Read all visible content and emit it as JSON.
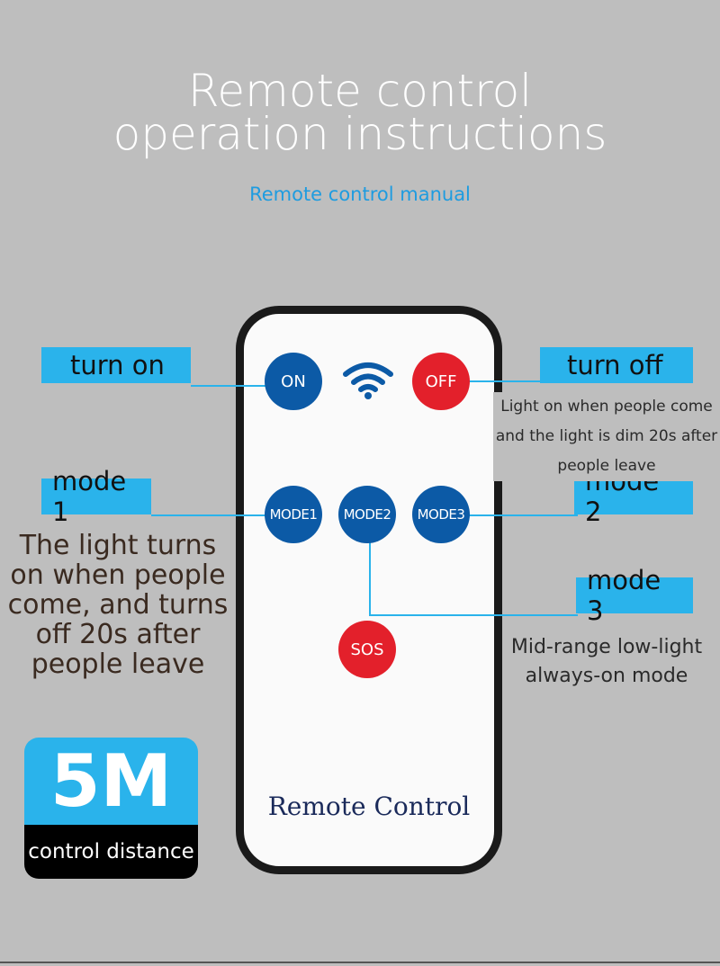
{
  "header": {
    "title_line1": "Remote control",
    "title_line2": "operation instructions",
    "subtitle": "Remote control manual"
  },
  "remote": {
    "buttons": {
      "on": "ON",
      "off": "OFF",
      "mode1": "MODE1",
      "mode2": "MODE2",
      "mode3": "MODE3",
      "sos": "SOS"
    },
    "label": "Remote Control"
  },
  "annotations": {
    "turn_on": "turn on",
    "turn_off": "turn off",
    "mode1": "mode 1",
    "mode2": "mode 2",
    "mode3": "mode 3",
    "mode1_desc": "The light turns on when people come, and turns off 20s after people leave",
    "mode2_desc": "Light on when people come and the light is dim 20s after people leave",
    "mode3_desc": "Mid-range low-light always-on mode"
  },
  "badge": {
    "value": "5M",
    "label": "control distance"
  },
  "colors": {
    "background": "#bebebe",
    "accent": "#2ab3eb",
    "button_blue": "#0c5aa6",
    "button_red": "#e3202b"
  }
}
